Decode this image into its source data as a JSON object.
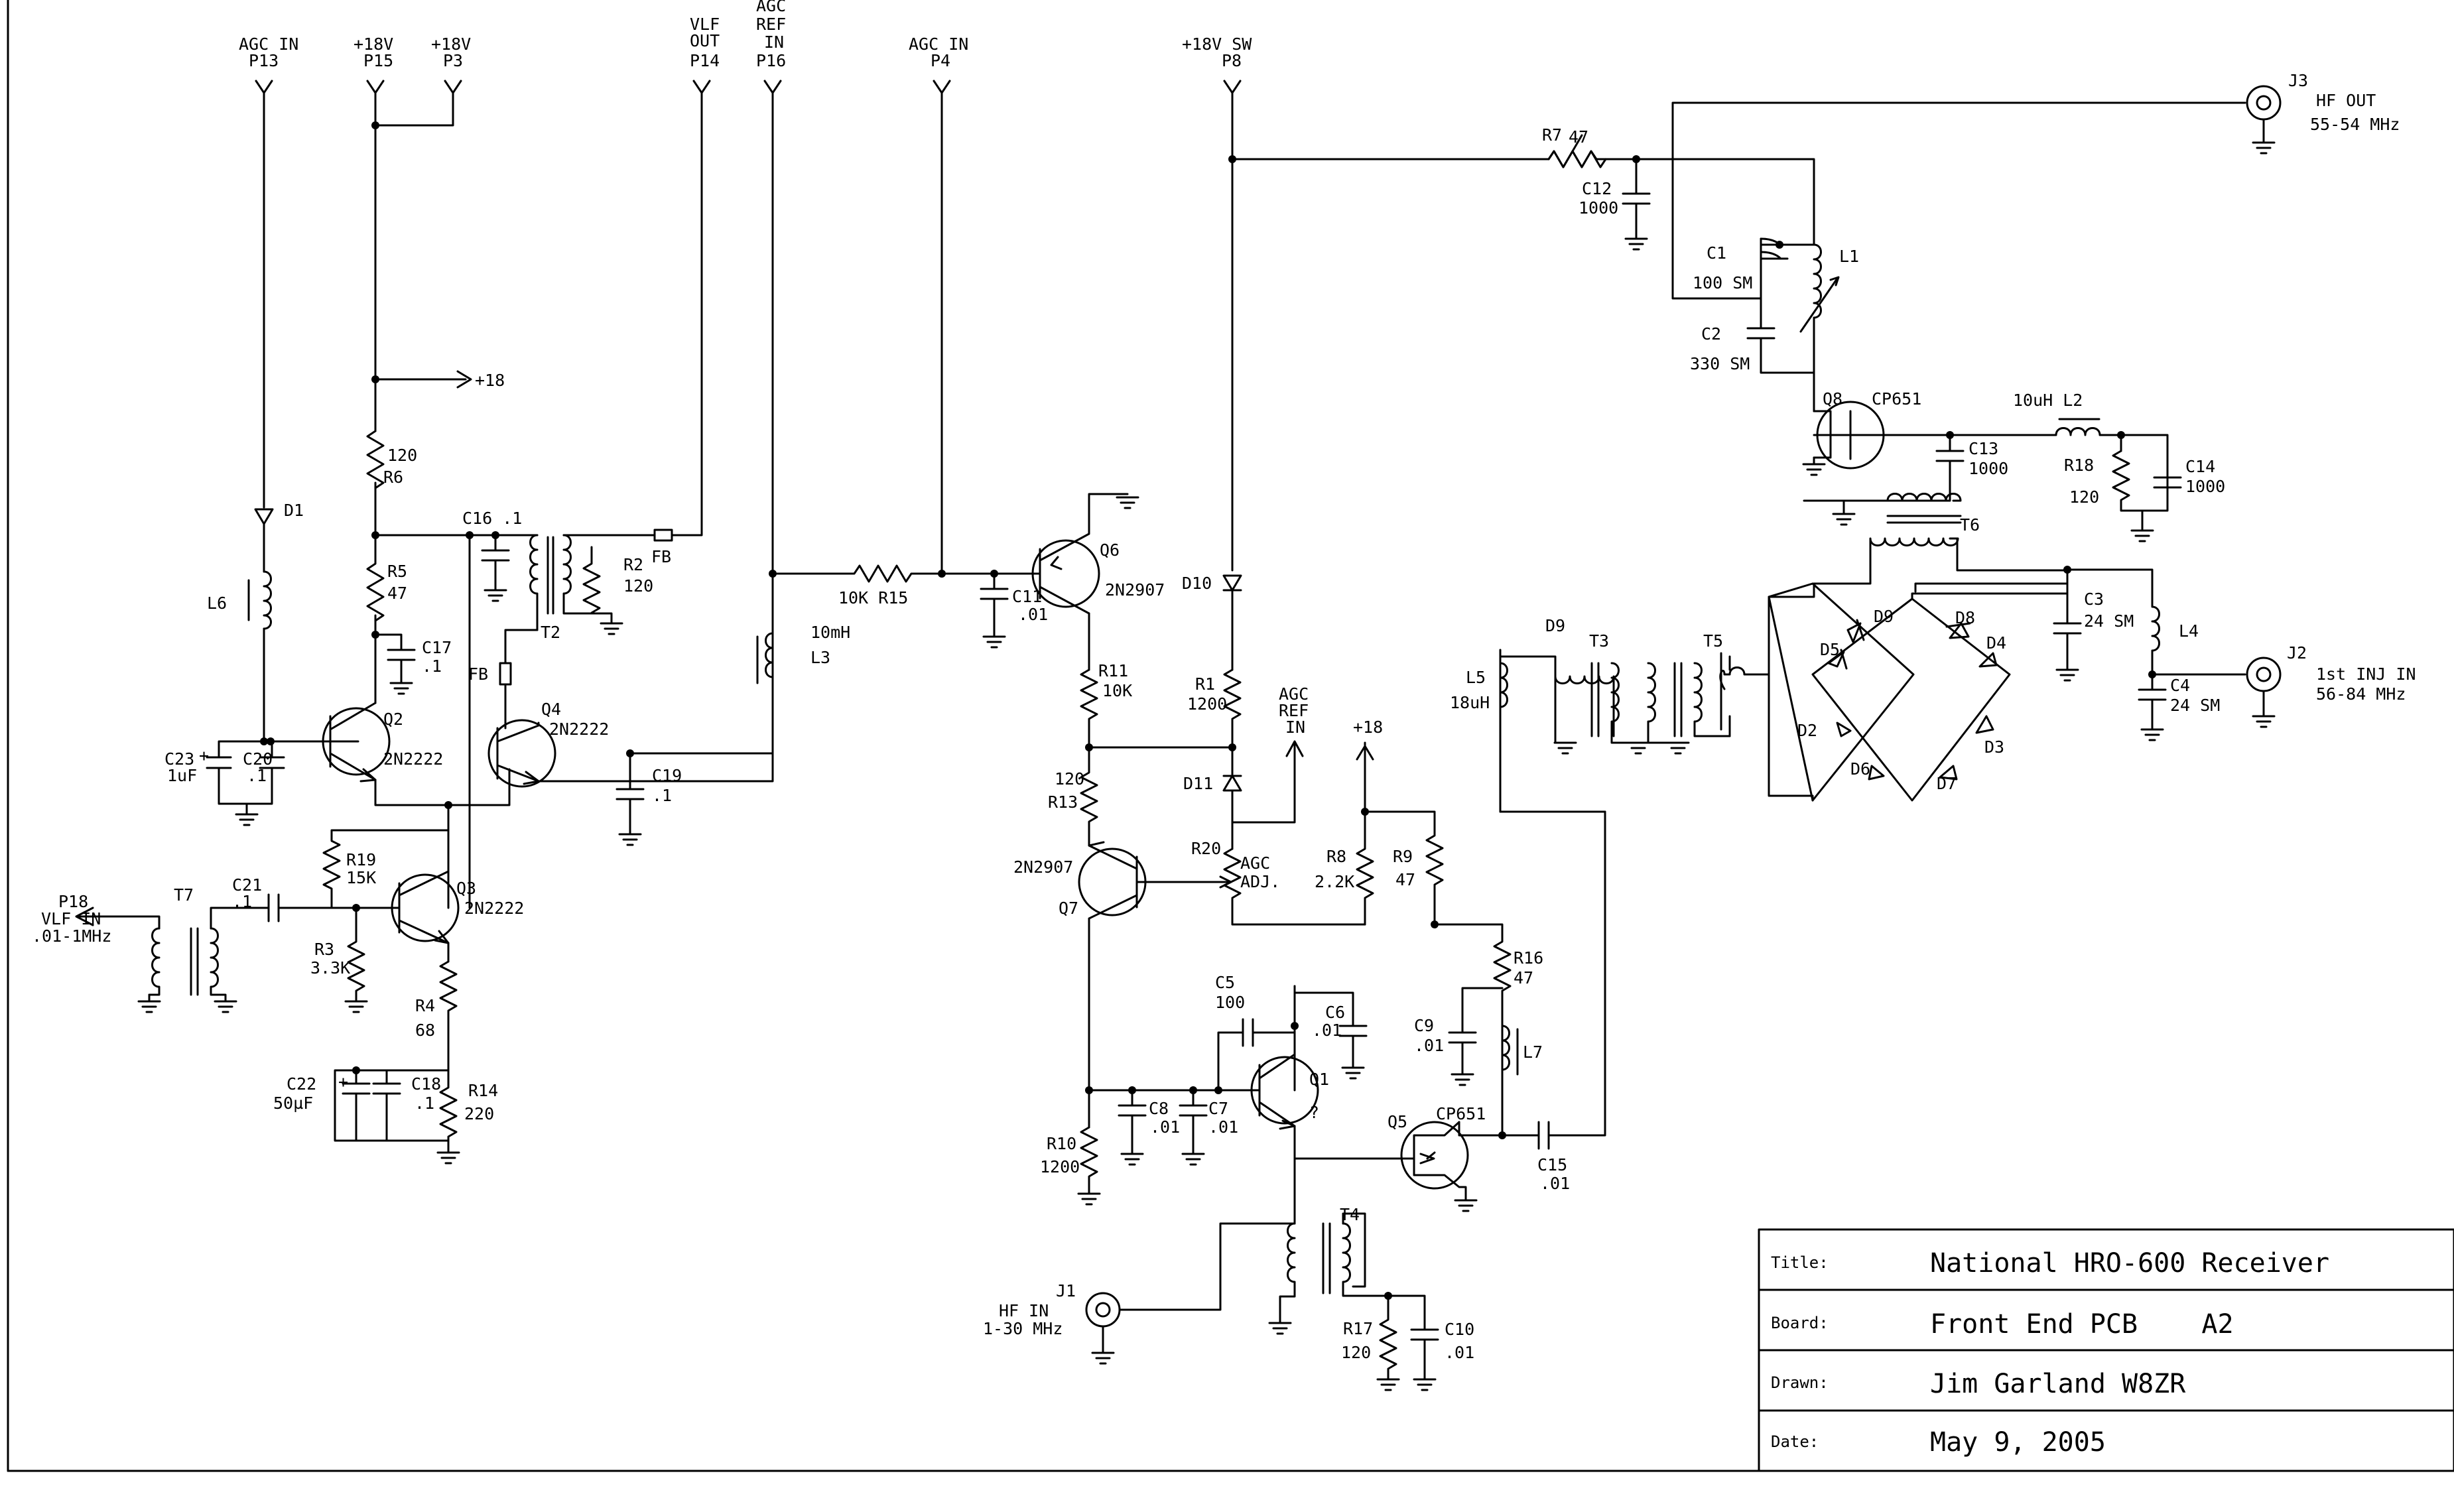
{
  "title_block": {
    "title_label": "Title:",
    "title_value": "National HRO-600 Receiver",
    "board_label": "Board:",
    "board_value": "Front End PCB    A2",
    "drawn_label": "Drawn:",
    "drawn_value": "Jim Garland W8ZR",
    "date_label": "Date:",
    "date_value": "May 9, 2005"
  },
  "ports": {
    "p13_a": "AGC IN",
    "p13_b": "P13",
    "p15_a": "+18V",
    "p15_b": "P15",
    "p3_a": "+18V",
    "p3_b": "P3",
    "p14_a": "VLF",
    "p14_b": "OUT",
    "p14_c": "P14",
    "p16_a": "AGC",
    "p16_b": "REF",
    "p16_c": "IN",
    "p16_d": "P16",
    "p4_a": "AGC IN",
    "p4_b": "P4",
    "p8_a": "+18V SW",
    "p8_b": "P8",
    "plus18_a": "+18",
    "plus18_b": "+18",
    "agcref_a": "AGC",
    "agcref_b": "REF",
    "agcref_c": "IN",
    "p18_a": "P18",
    "p18_b": "VLF IN",
    "p18_c": ".01-1MHz",
    "j1": "J1",
    "j1_a": "HF IN",
    "j1_b": "1-30 MHz",
    "j2": "J2",
    "j2_a": "1st INJ IN",
    "j2_b": "56-84 MHz",
    "j3": "J3",
    "j3_a": "HF OUT",
    "j3_b": "55-54 MHz"
  },
  "labels": {
    "d1": "D1",
    "l6": "L6",
    "c23": "C23",
    "c23v": "1uF",
    "c23p": "+",
    "c20": "C20",
    "c20v": ".1",
    "r6v": "120",
    "r6": "R6",
    "r5": "R5",
    "r5v": "47",
    "c17": "C17",
    "c17v": ".1",
    "q2": "Q2",
    "q2t": "2N2222",
    "c16": "C16 .1",
    "t2": "T2",
    "r2": "R2",
    "r2v": "120",
    "fb1": "FB",
    "fb2": "FB",
    "q4": "Q4",
    "q4t": "2N2222",
    "c19": "C19",
    "c19v": ".1",
    "r19": "R19",
    "r19v": "15K",
    "q3": "Q3",
    "q3t": "2N2222",
    "c21": "C21",
    "c21v": ".1",
    "t7": "T7",
    "r3": "R3",
    "r3v": "3.3K",
    "r4": "R4",
    "r4v": "68",
    "c22": "C22",
    "c22v": "50µF",
    "c22p": "+",
    "c18": "C18",
    "c18v": ".1",
    "r14": "R14",
    "r14v": "220",
    "l3v": "10mH",
    "l3": "L3",
    "r15": "10K R15",
    "c11": "C11",
    "c11v": ".01",
    "q6": "Q6",
    "q6t": "2N2907",
    "r11": "R11",
    "r11v": "10K",
    "r13v": "120",
    "r13": "R13",
    "q7t": "2N2907",
    "q7": "Q7",
    "r10": "R10",
    "r10v": "1200",
    "c8": "C8",
    "c8v": ".01",
    "c7": "C7",
    "c7v": ".01",
    "c5": "C5",
    "c5v": "100",
    "c6": "C6",
    "c6v": ".01",
    "q1": "Q1",
    "q1t": "?",
    "d10": "D10",
    "r1": "R1",
    "r1v": "1200",
    "d11": "D11",
    "r20": "R20",
    "r20a": "AGC",
    "r20b": "ADJ.",
    "r8": "R8",
    "r8v": "2.2K",
    "r9": "R9",
    "r9v": "47",
    "r16": "R16",
    "r16v": "47",
    "c9": "C9",
    "c9v": ".01",
    "l7": "L7",
    "q5": "Q5",
    "q5t": "CP651",
    "c15": "C15",
    "c15v": ".01",
    "t4": "T4",
    "r17": "R17",
    "r17v": "120",
    "c10": "C10",
    "c10v": ".01",
    "r7": "R7",
    "r7v": "47",
    "c12": "C12",
    "c12v": "1000",
    "c1": "C1",
    "c1v": "100 SM",
    "c2": "C2",
    "c2v": "330 SM",
    "l1": "L1",
    "q8": "Q8",
    "q8t": "CP651",
    "l2": "10uH L2",
    "c13": "C13",
    "c13v": "1000",
    "r18": "R18",
    "r18v": "120",
    "c14": "C14",
    "c14v": "1000",
    "t6": "T6",
    "t3": "T3",
    "t5": "T5",
    "l5": "L5",
    "l5v": "18uH",
    "d2": "D2",
    "d3": "D3",
    "d4": "D4",
    "d5": "D5",
    "d6": "D6",
    "d7": "D7",
    "d8": "D8",
    "d9": "D9",
    "c3": "C3",
    "c3v": "24 SM",
    "c4": "C4",
    "c4v": "24 SM",
    "l4": "L4"
  }
}
